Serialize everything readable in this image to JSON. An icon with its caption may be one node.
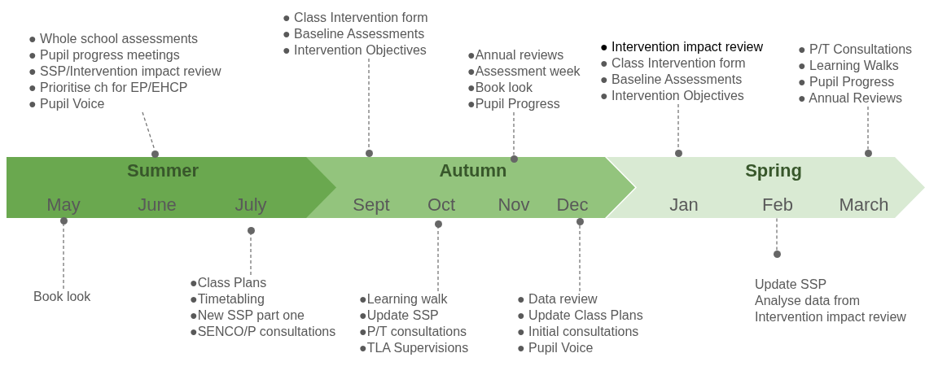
{
  "diagram": {
    "nodes": [
      {
        "text": [
          "● Whole school assessments",
          "● Pupil progress meetings",
          "● SSP/Intervention impact review",
          "● Prioritise ch for EP/EHCP",
          "● Pupil Voice"
        ]
      },
      {
        "text": [
          "● Class Intervention form",
          "● Baseline Assessments",
          "● Intervention Objectives"
        ]
      },
      {
        "text": [
          "●Annual reviews",
          "●Assessment week",
          "●Book look",
          "●Pupil Progress"
        ]
      },
      {
        "text": [
          "● Intervention impact review",
          "● Class Intervention form",
          "● Baseline Assessments",
          "● Intervention Objectives"
        ]
      },
      {
        "text": [
          "● P/T Consultations",
          "● Learning Walks",
          "● Pupil Progress",
          "● Annual Reviews"
        ]
      },
      {
        "text": [
          "Summer",
          "May",
          "June",
          "July"
        ]
      },
      {
        "text": [
          "Autumn",
          "Sept",
          "Oct",
          "Nov",
          "Dec"
        ]
      },
      {
        "text": [
          "Spring",
          "Jan",
          "Feb",
          "March"
        ]
      },
      {
        "text": [
          "Book look"
        ]
      },
      {
        "text": [
          "●Class Plans",
          "●Timetabling",
          "●New SSP part one",
          "●SENCO/P consultations"
        ]
      },
      {
        "text": [
          "●Learning walk",
          "●Update SSP",
          "●P/T consultations",
          "●TLA Supervisions"
        ]
      },
      {
        "text": [
          "● Data review",
          "● Update Class Plans",
          "● Initial consultations",
          "● Pupil Voice"
        ]
      },
      {
        "text": [],
        "shape": "circle"
      },
      {
        "text": [],
        "shape": "circle"
      },
      {
        "text": [],
        "shape": "circle"
      },
      {
        "text": [],
        "shape": "circle"
      },
      {
        "text": [],
        "shape": "circle"
      },
      {
        "text": [],
        "shape": "circle"
      },
      {
        "text": [],
        "shape": "circle"
      },
      {
        "text": [],
        "shape": "circle"
      },
      {
        "text": [],
        "shape": "circle",
        "beside": [
          "Update SSP",
          "Analyse data from Intervention impact review"
        ]
      },
      {
        "text": [],
        "shape": "circle"
      }
    ],
    "edges": [
      {
        "from": 0,
        "to": 13,
        "arrow": "none",
        "style": "dashed"
      },
      {
        "from": 1,
        "to": 15,
        "arrow": "none",
        "style": "dashed"
      },
      {
        "from": 2,
        "to": 17,
        "arrow": "none",
        "style": "dashed"
      },
      {
        "from": 3,
        "to": 19,
        "arrow": "none",
        "style": "dashed"
      },
      {
        "from": 4,
        "to": 21,
        "arrow": "none",
        "style": "dashed"
      },
      {
        "from": 8,
        "to": 12,
        "arrow": "none",
        "style": "dashed"
      },
      {
        "from": 9,
        "to": 14,
        "arrow": "none",
        "style": "dashed"
      },
      {
        "from": 10,
        "to": 16,
        "arrow": "none",
        "style": "dashed"
      },
      {
        "from": 11,
        "to": 18,
        "arrow": "none",
        "style": "dashed"
      },
      {
        "from": 20,
        "to": 7,
        "arrow": "none",
        "style": "dashed"
      }
    ]
  }
}
